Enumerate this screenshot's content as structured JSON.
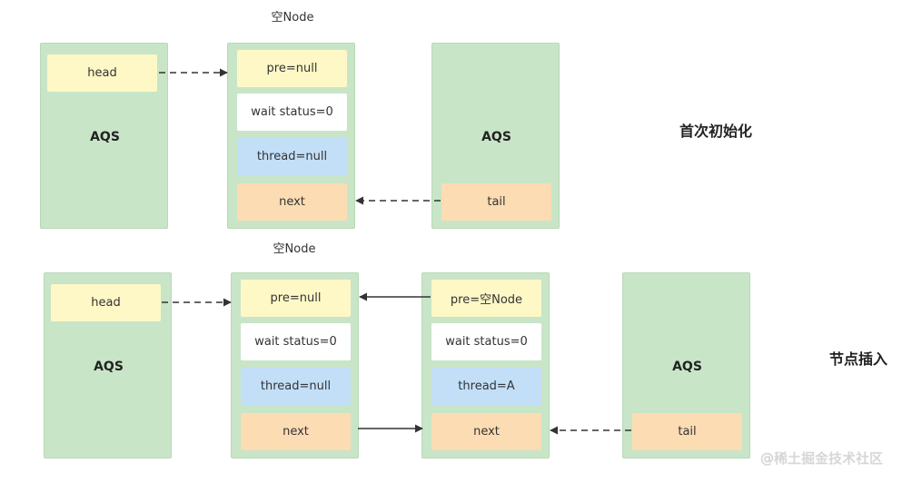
{
  "section1": {
    "heading": "首次初始化",
    "node_caption": "空Node",
    "aqs_left": {
      "label": "AQS",
      "head": "head"
    },
    "node": {
      "pre": "pre=null",
      "wait": "wait status=0",
      "thread": "thread=null",
      "next": "next"
    },
    "aqs_right": {
      "label": "AQS",
      "tail": "tail"
    }
  },
  "section2": {
    "heading": "节点插入",
    "node_caption": "空Node",
    "aqs_left": {
      "label": "AQS",
      "head": "head"
    },
    "node1": {
      "pre": "pre=null",
      "wait": "wait status=0",
      "thread": "thread=null",
      "next": "next"
    },
    "node2": {
      "pre": "pre=空Node",
      "wait": "wait status=0",
      "thread": "thread=A",
      "next": "next"
    },
    "aqs_right": {
      "label": "AQS",
      "tail": "tail"
    }
  },
  "watermark": "@稀土掘金技术社区",
  "colors": {
    "panel": "#c9e5c8",
    "head_cell": "#fef8c6",
    "wait_cell": "#ffffff",
    "thread_cell": "#c3dff8",
    "next_cell": "#fcdcb3",
    "arrow": "#333333"
  }
}
